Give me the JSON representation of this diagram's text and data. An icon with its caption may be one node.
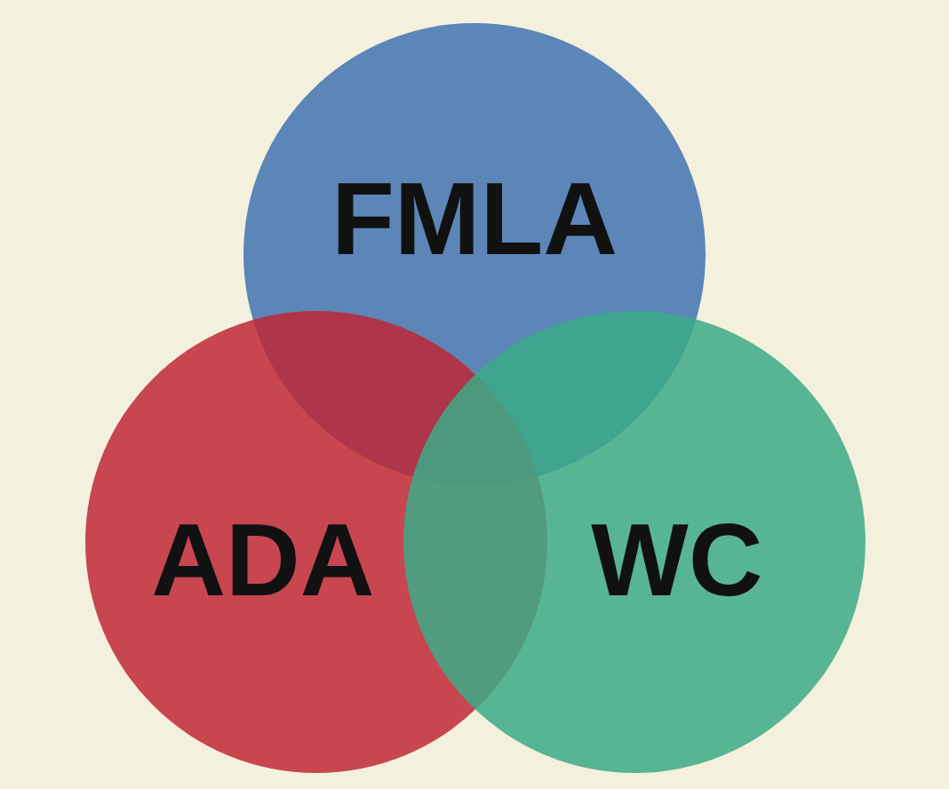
{
  "diagram": {
    "nodes": [
      {
        "text": [
          "FMLA"
        ]
      },
      {
        "text": [
          "ADA"
        ]
      },
      {
        "text": [
          "WC"
        ]
      }
    ]
  }
}
